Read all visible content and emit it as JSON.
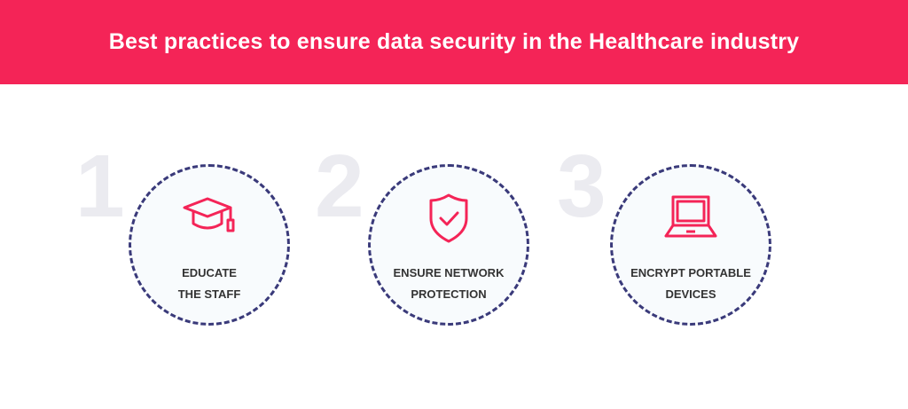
{
  "title": "Best practices to ensure data security in the Healthcare industry",
  "steps": [
    {
      "number": "1",
      "line1": "EDUCATE",
      "line2": "THE STAFF",
      "icon": "graduation-cap-icon"
    },
    {
      "number": "2",
      "line1": "ENSURE NETWORK",
      "line2": "PROTECTION",
      "icon": "shield-check-icon"
    },
    {
      "number": "3",
      "line1": "ENCRYPT PORTABLE",
      "line2": "DEVICES",
      "icon": "laptop-icon"
    }
  ],
  "colors": {
    "accent": "#f42457",
    "dash": "#3a3a7a"
  }
}
